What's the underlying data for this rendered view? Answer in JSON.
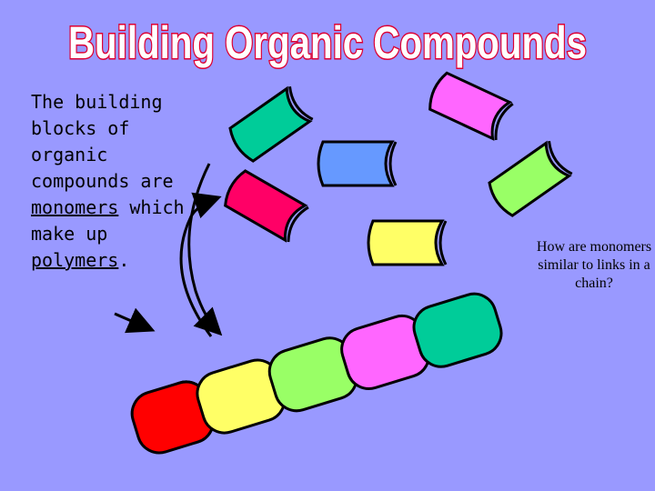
{
  "slide": {
    "title": "Building Organic Compounds",
    "body_prefix": "The building blocks of organic compounds are ",
    "body_word1": "monomers",
    "body_middle": " which make up ",
    "body_word2": "polymers",
    "body_suffix": ".",
    "question": "How are monomers similar to links in a chain?"
  },
  "colors": {
    "background": "#9999ff",
    "title_fill": "#ffffff",
    "title_stroke": "#dd0033",
    "red": "#ff0000",
    "yellow": "#ffff66",
    "green": "#99ff66",
    "pink": "#ff66ff",
    "teal": "#00cc99",
    "blue": "#6699ff",
    "magenta": "#ff0066"
  }
}
